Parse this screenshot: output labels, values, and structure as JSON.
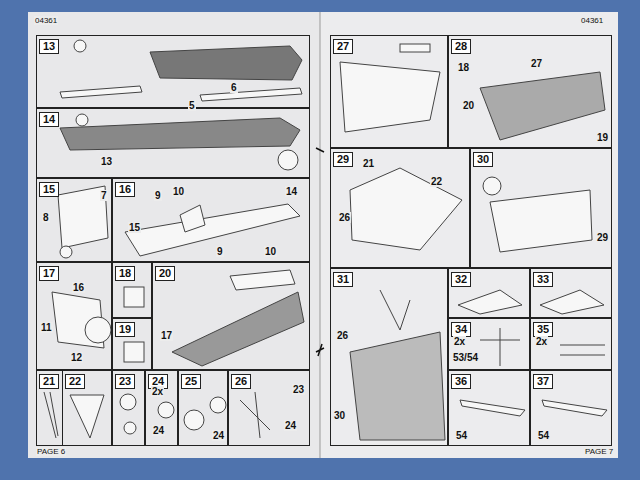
{
  "diagram": {
    "nodes": [
      {
        "text": [
          "13"
        ]
      },
      {
        "text": [
          "14"
        ]
      },
      {
        "text": [
          "15"
        ]
      },
      {
        "text": [
          "16"
        ]
      },
      {
        "text": [
          "17"
        ]
      },
      {
        "text": [
          "18"
        ]
      },
      {
        "text": [
          "19"
        ]
      },
      {
        "text": [
          "20"
        ]
      },
      {
        "text": [
          "21"
        ]
      },
      {
        "text": [
          "22"
        ]
      },
      {
        "text": [
          "23"
        ]
      },
      {
        "text": [
          "24"
        ]
      },
      {
        "text": [
          "25"
        ]
      },
      {
        "text": [
          "26"
        ]
      },
      {
        "text": [
          "27"
        ]
      },
      {
        "text": [
          "28"
        ]
      },
      {
        "text": [
          "29"
        ]
      },
      {
        "text": [
          "30"
        ]
      },
      {
        "text": [
          "31"
        ]
      },
      {
        "text": [
          "32"
        ]
      },
      {
        "text": [
          "33"
        ]
      },
      {
        "text": [
          "34"
        ]
      },
      {
        "text": [
          "35"
        ]
      },
      {
        "text": [
          "36"
        ]
      },
      {
        "text": [
          "37"
        ]
      }
    ],
    "labels": [
      "04361",
      "04361",
      "6",
      "5",
      "13",
      "8",
      "7",
      "9",
      "10",
      "14",
      "15",
      "9",
      "10",
      "16",
      "11",
      "12",
      "17",
      "2x",
      "24",
      "24",
      "23",
      "24",
      "18",
      "27",
      "20",
      "19",
      "21",
      "22",
      "26",
      "29",
      "26",
      "30",
      "2x",
      "53/54",
      "2x",
      "54",
      "54",
      "PAGE 6",
      "PAGE 7"
    ]
  }
}
